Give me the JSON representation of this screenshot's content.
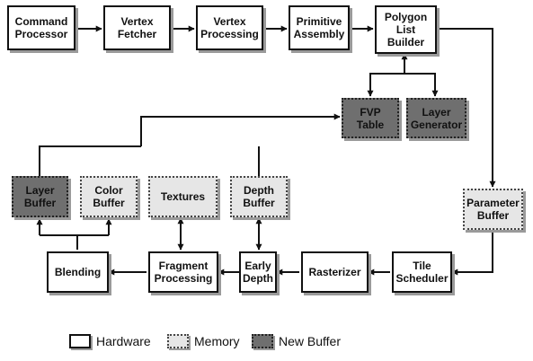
{
  "nodes": {
    "command_processor": {
      "label": "Command\nProcessor",
      "kind": "hardware"
    },
    "vertex_fetcher": {
      "label": "Vertex\nFetcher",
      "kind": "hardware"
    },
    "vertex_processing": {
      "label": "Vertex\nProcessing",
      "kind": "hardware"
    },
    "primitive_assembly": {
      "label": "Primitive\nAssembly",
      "kind": "hardware"
    },
    "polygon_list_builder": {
      "label": "Polygon\nList\nBuilder",
      "kind": "hardware"
    },
    "fvp_table": {
      "label": "FVP\nTable",
      "kind": "new-buffer"
    },
    "layer_generator": {
      "label": "Layer\nGenerator",
      "kind": "new-buffer"
    },
    "parameter_buffer": {
      "label": "Parameter\nBuffer",
      "kind": "memory"
    },
    "tile_scheduler": {
      "label": "Tile\nScheduler",
      "kind": "hardware"
    },
    "rasterizer": {
      "label": "Rasterizer",
      "kind": "hardware"
    },
    "early_depth": {
      "label": "Early\nDepth",
      "kind": "hardware"
    },
    "fragment_processing": {
      "label": "Fragment\nProcessing",
      "kind": "hardware"
    },
    "blending": {
      "label": "Blending",
      "kind": "hardware"
    },
    "layer_buffer": {
      "label": "Layer\nBuffer",
      "kind": "new-buffer"
    },
    "color_buffer": {
      "label": "Color\nBuffer",
      "kind": "memory"
    },
    "textures": {
      "label": "Textures",
      "kind": "memory"
    },
    "depth_buffer": {
      "label": "Depth\nBuffer",
      "kind": "memory"
    }
  },
  "legend": {
    "hardware": "Hardware",
    "memory": "Memory",
    "new_buffer": "New Buffer"
  },
  "colors": {
    "line": "#111111",
    "memory_fill": "#e6e6e6",
    "new_buffer_fill": "#6f6f6f",
    "shadow": "#9a9a9a"
  }
}
